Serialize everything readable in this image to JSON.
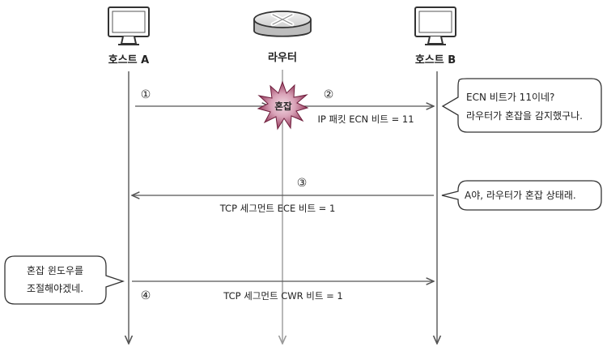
{
  "nodes": {
    "host_a": "호스트 A",
    "router": "라우터",
    "host_b": "호스트 B"
  },
  "congestion_badge": "혼잡",
  "steps": [
    {
      "num": "①",
      "label": ""
    },
    {
      "num": "②",
      "label": "IP 패킷 ECN 비트 = 11"
    },
    {
      "num": "③",
      "label": "TCP 세그먼트 ECE 비트 = 1"
    },
    {
      "num": "④",
      "label": "TCP 세그먼트 CWR 비트 = 1"
    }
  ],
  "bubbles": {
    "b_ecn_line1": "ECN 비트가 11이네?",
    "b_ecn_line2": "라우터가 혼잡을 감지했구나.",
    "b_ece": "A야, 라우터가 혼잡 상태래.",
    "a_line1": "혼잡 윈도우를",
    "a_line2": "조절해야겠네."
  },
  "colors": {
    "line": "#555555",
    "router_line": "#9a9a9a",
    "burst": "#8b2a4e"
  }
}
